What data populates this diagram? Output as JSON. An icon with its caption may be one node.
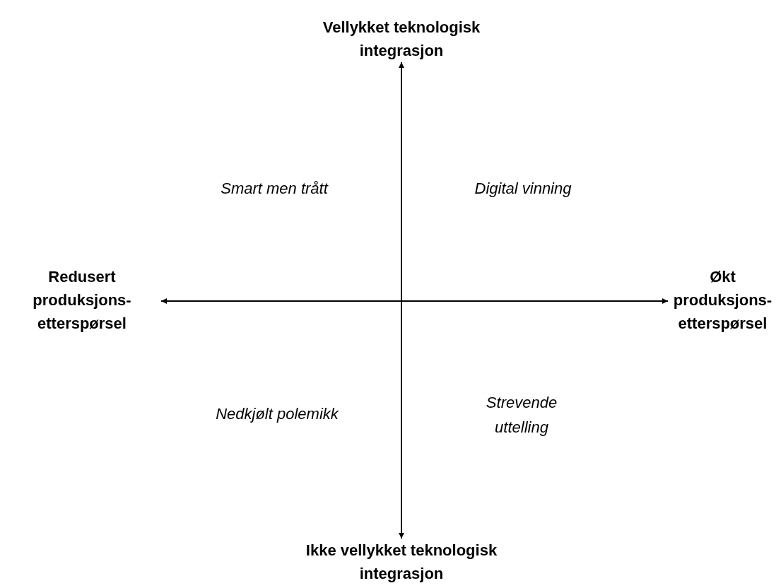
{
  "diagram": {
    "nodes": [
      {
        "text": [
          "Vellykket teknologisk integrasjon"
        ]
      },
      {
        "text": [
          "Redusert produksjons-etterspørsel"
        ]
      },
      {
        "text": [
          "Økt produksjons-etterspørsel"
        ]
      },
      {
        "text": [
          "Ikke vellykket teknologisk integrasjon"
        ]
      }
    ],
    "edges": [
      {
        "from": 3,
        "to": 0,
        "arrow": "both"
      },
      {
        "from": 1,
        "to": 2,
        "arrow": "both"
      }
    ],
    "labels": [
      "Smart men trått",
      "Digital vinning",
      "Nedkjølt polemikk",
      "Strevende uttelling"
    ]
  }
}
